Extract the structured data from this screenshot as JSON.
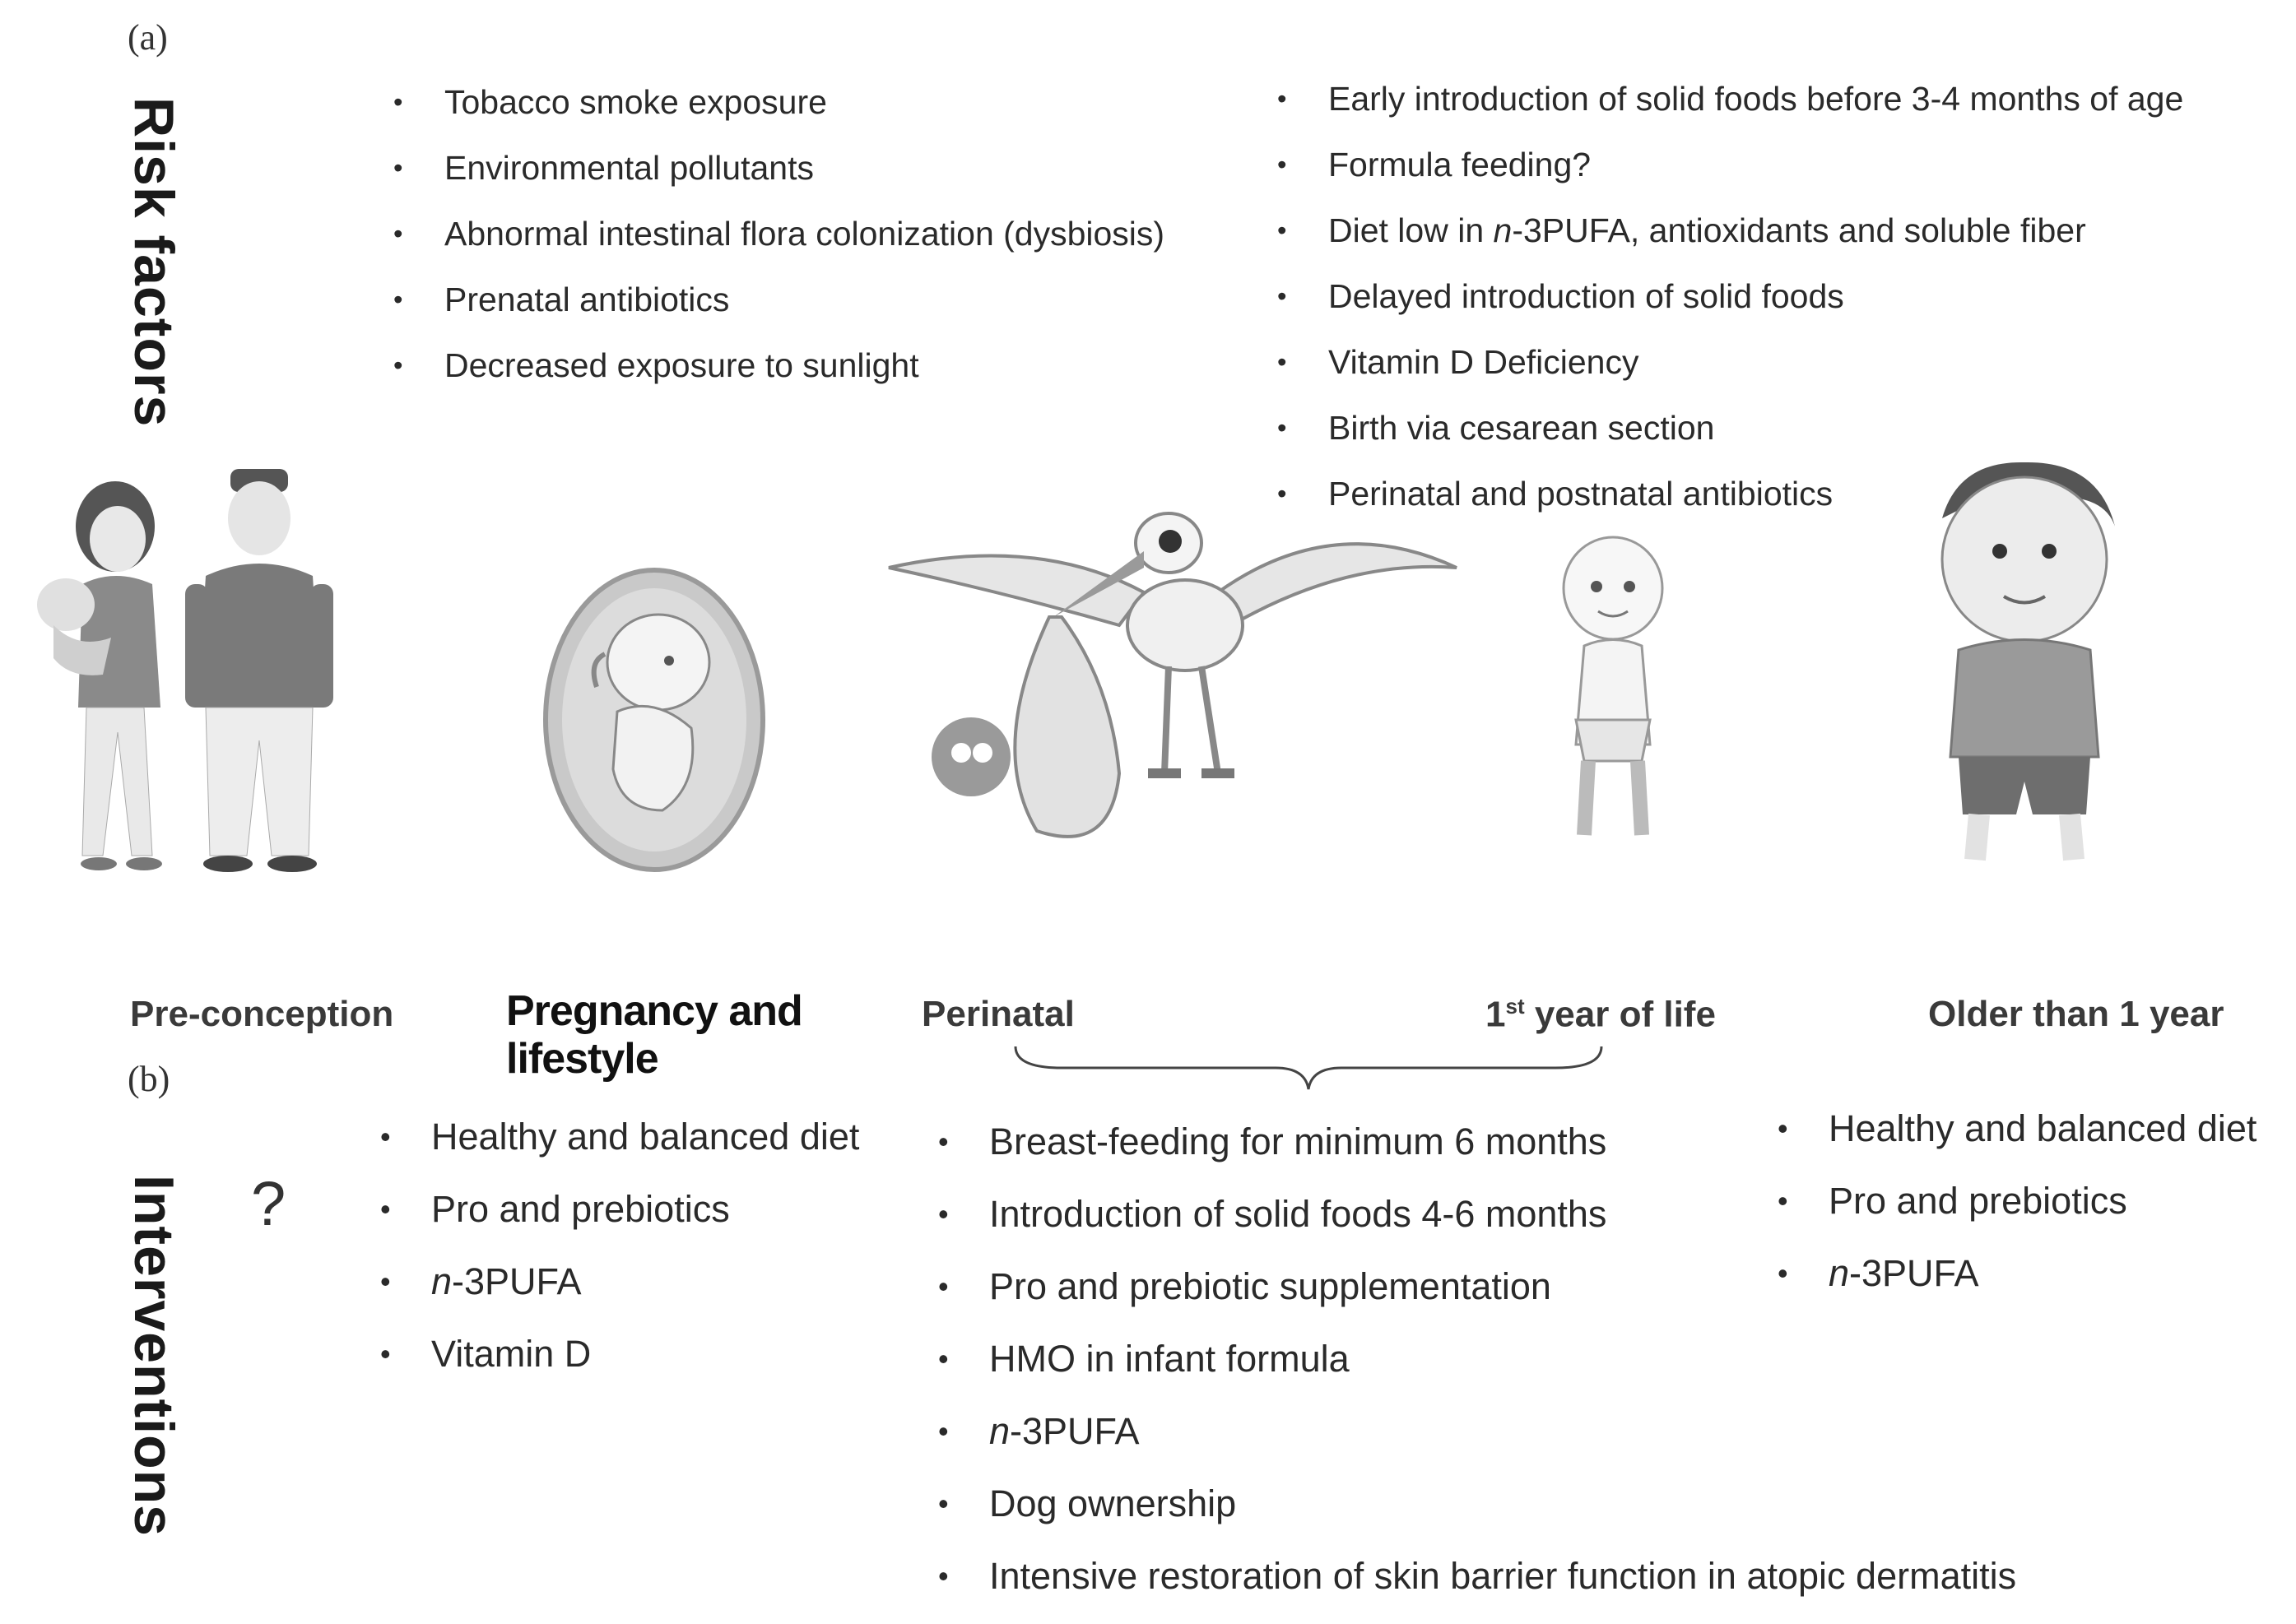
{
  "panels": {
    "a_label": "(a)",
    "b_label": "(b)"
  },
  "risk_factors": {
    "title": "Risk factors",
    "left_column": [
      "Tobacco smoke exposure",
      "Environmental pollutants",
      "Abnormal intestinal flora colonization (dysbiosis)",
      "Prenatal antibiotics",
      "Decreased exposure to sunlight"
    ],
    "right_column": [
      "Early introduction of solid foods before 3-4 months of age",
      "Formula feeding?",
      {
        "pre": "Diet low in ",
        "italic": "n",
        "post": "-3PUFA, antioxidants and soluble fiber"
      },
      "Delayed introduction of solid foods",
      "Vitamin D Deficiency",
      "Birth via cesarean section",
      "Perinatal and postnatal antibiotics"
    ]
  },
  "stages": {
    "pre_conception": "Pre-conception",
    "pregnancy_line1": "Pregnancy and",
    "pregnancy_line2": "lifestyle",
    "perinatal": "Perinatal",
    "first_year_num": "1",
    "first_year_sup": "st",
    "first_year_rest": " year of life",
    "older": "Older than 1 year"
  },
  "interventions": {
    "title": "Interventions",
    "pre_conception_mark": "?",
    "pregnancy": [
      "Healthy and balanced diet",
      "Pro and prebiotics",
      {
        "pre": "",
        "italic": "n",
        "post": "-3PUFA"
      },
      "Vitamin D"
    ],
    "perinatal": [
      "Breast-feeding for minimum 6 months",
      "Introduction of solid foods 4-6 months",
      "Pro and prebiotic supplementation",
      "HMO in infant formula",
      {
        "pre": "",
        "italic": "n",
        "post": "-3PUFA"
      },
      "Dog ownership",
      "Intensive restoration of skin barrier function in atopic dermatitis"
    ],
    "older": [
      "Healthy and balanced diet",
      "Pro and prebiotics",
      {
        "pre": "",
        "italic": "n",
        "post": "-3PUFA"
      }
    ]
  },
  "bullet": "•",
  "icons": [
    "parents-holding-baby-icon",
    "fetus-in-womb-icon",
    "stork-delivering-baby-icon",
    "infant-icon",
    "young-boy-icon"
  ],
  "colors": {
    "text": "#2a2a2a",
    "illustration_fill": "#8a8a8a",
    "illustration_light": "#d6d6d6"
  }
}
